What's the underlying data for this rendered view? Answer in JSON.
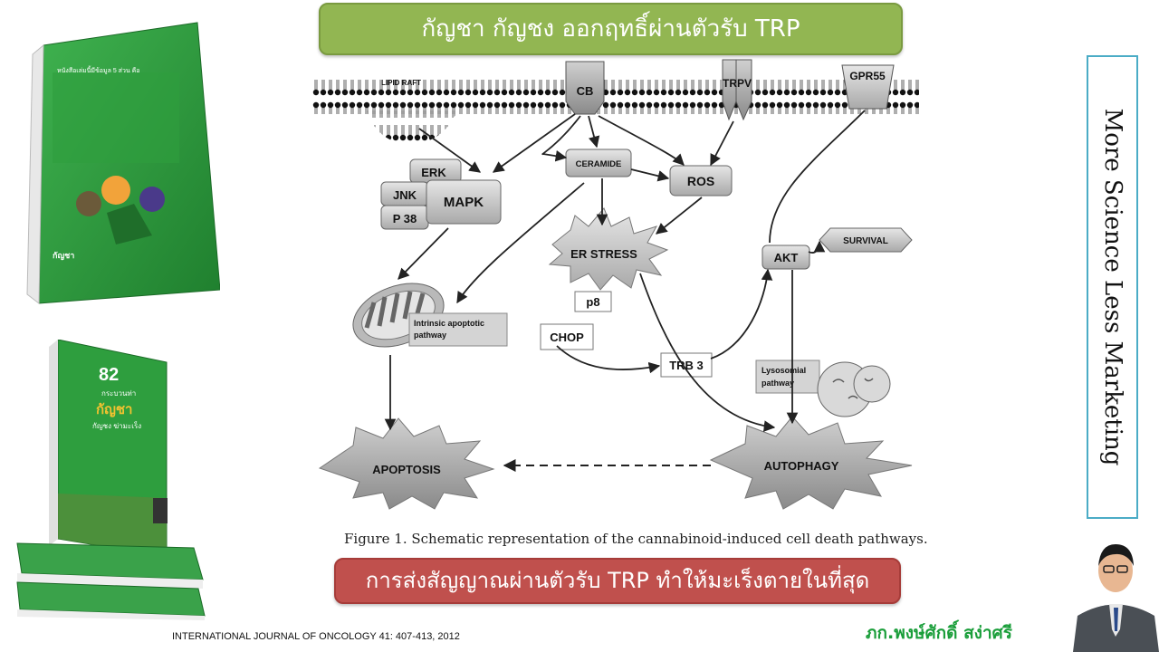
{
  "title_banner": "กัญชา กัญชง ออกฤทธิ์ผ่านตัวรับ TRP",
  "subtitle_banner": "การส่งสัญญาณผ่านตัวรับ TRP ทำให้มะเร็งตายในที่สุด",
  "caption": "Figure 1. Schematic representation of the cannabinoid-induced cell death pathways.",
  "side_text": "More Science Less Marketing",
  "reference": "INTERNATIONAL JOURNAL OF ONCOLOGY 41: 407-413, 2012",
  "author_name": "ภก.พงษ์ศักดิ์ สง่าศรี",
  "diagram": {
    "lipid_raft": "LIPID RAFT",
    "cb": "CB",
    "trpv": "TRPV",
    "gpr55": "GPR55",
    "ceramide": "CERAMIDE",
    "ros": "ROS",
    "erk": "ERK",
    "jnk": "JNK",
    "p38": "P 38",
    "mapk": "MAPK",
    "er_stress": "ER STRESS",
    "akt": "AKT",
    "survival": "SURVIVAL",
    "intrinsic": "Intrinsic apoptotic",
    "intrinsic2": "pathway",
    "p8": "p8",
    "chop": "CHOP",
    "trb3": "TRB 3",
    "lysosomal": "Lysosomial",
    "lysosomal2": "pathway",
    "apoptosis": "APOPTOSIS",
    "autophagy": "AUTOPHAGY"
  },
  "book_top": {
    "heading": "หนังสือเล่มนี้มีข้อมูล 5 ส่วน คือ",
    "brand": "กัญชา"
  },
  "book_cover": {
    "number": "82",
    "line1": "กระบวนท่า",
    "line2": "กัญชา",
    "line3": "กัญชง ฆ่ามะเร็ง"
  },
  "colors": {
    "title_green": "#92b652",
    "subtitle_red": "#c0504d",
    "side_border": "#4bacc6",
    "author_green": "#1a9e3a",
    "book_green": "#2e9e3e"
  }
}
